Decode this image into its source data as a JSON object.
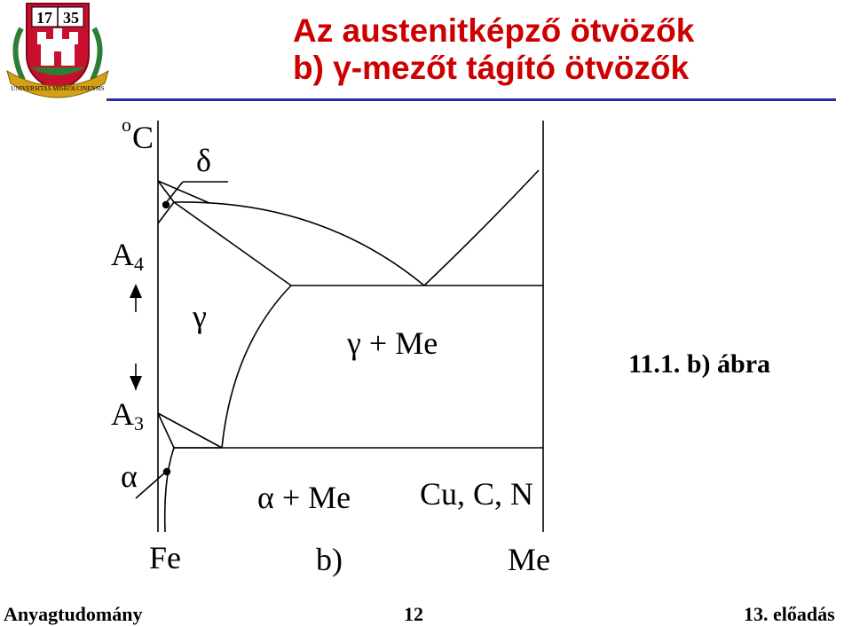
{
  "header": {
    "title_line1": "Az austenitképző ötvözők",
    "title_line2": "b) γ-mezőt tágító ötvözők"
  },
  "logo": {
    "year_left": "17",
    "year_right": "35",
    "ribbon_text": "UNIVERSITAS MISKOLCINENSIS",
    "accent_red": "#c8102e",
    "accent_green": "#2e7d32",
    "accent_gold": "#d4a017"
  },
  "diagram": {
    "y_axis_unit_sup": "o",
    "y_axis_unit": "C",
    "label_delta": "δ",
    "label_A4": "A",
    "label_A4_sub": "4",
    "label_A3": "A",
    "label_A3_sub": "3",
    "label_gamma": "γ",
    "label_gamma_me": "γ + Me",
    "label_alpha": "α",
    "label_alpha_me": "α + Me",
    "label_elements": "Cu, C, N",
    "x_left": "Fe",
    "x_center": "b)",
    "x_right": "Me",
    "figure_caption": "11.1. b) ábra"
  },
  "footer": {
    "left": "Anyagtudomány",
    "page": "12",
    "right": "13. előadás"
  },
  "colors": {
    "title": "#cc0000",
    "rule": "#1f2fa8",
    "lines": "#000000"
  }
}
